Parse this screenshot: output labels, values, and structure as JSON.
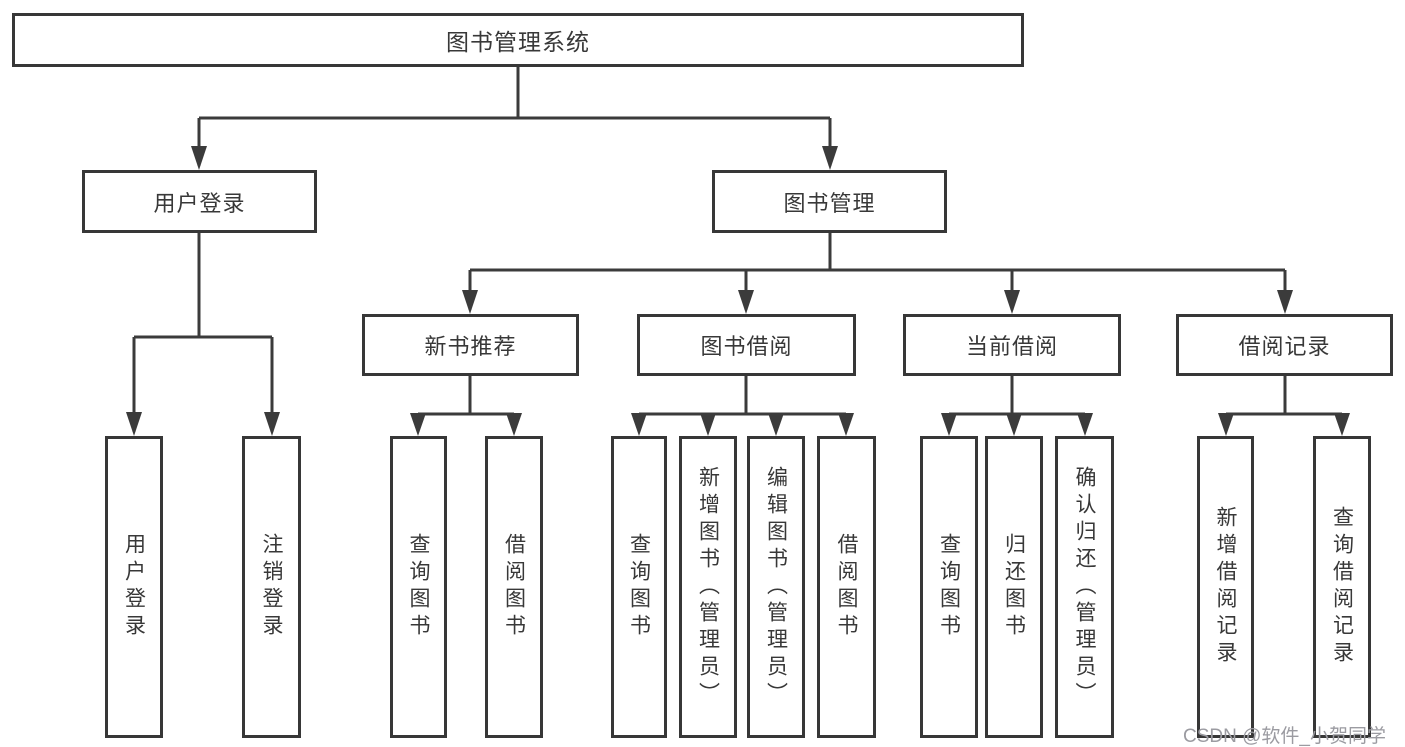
{
  "tree": {
    "root": {
      "label": "图书管理系统",
      "children": [
        {
          "label": "用户登录",
          "children": [
            {
              "label": "用户登录"
            },
            {
              "label": "注销登录"
            }
          ]
        },
        {
          "label": "图书管理",
          "children": [
            {
              "label": "新书推荐",
              "children": [
                {
                  "label": "查询图书"
                },
                {
                  "label": "借阅图书"
                }
              ]
            },
            {
              "label": "图书借阅",
              "children": [
                {
                  "label": "查询图书"
                },
                {
                  "label": "新增图书（管理员）"
                },
                {
                  "label": "编辑图书（管理员）"
                },
                {
                  "label": "借阅图书"
                }
              ]
            },
            {
              "label": "当前借阅",
              "children": [
                {
                  "label": "查询图书"
                },
                {
                  "label": "归还图书"
                },
                {
                  "label": "确认归还（管理员）"
                }
              ]
            },
            {
              "label": "借阅记录",
              "children": [
                {
                  "label": "新增借阅记录"
                },
                {
                  "label": "查询借阅记录"
                }
              ]
            }
          ]
        }
      ]
    }
  },
  "watermark": "CSDN @软件_小贺同学",
  "colors": {
    "line": "#3b3b3b",
    "border": "#373737",
    "text": "#383838",
    "watermark": "#9b9ba1",
    "background": "#ffffff"
  }
}
